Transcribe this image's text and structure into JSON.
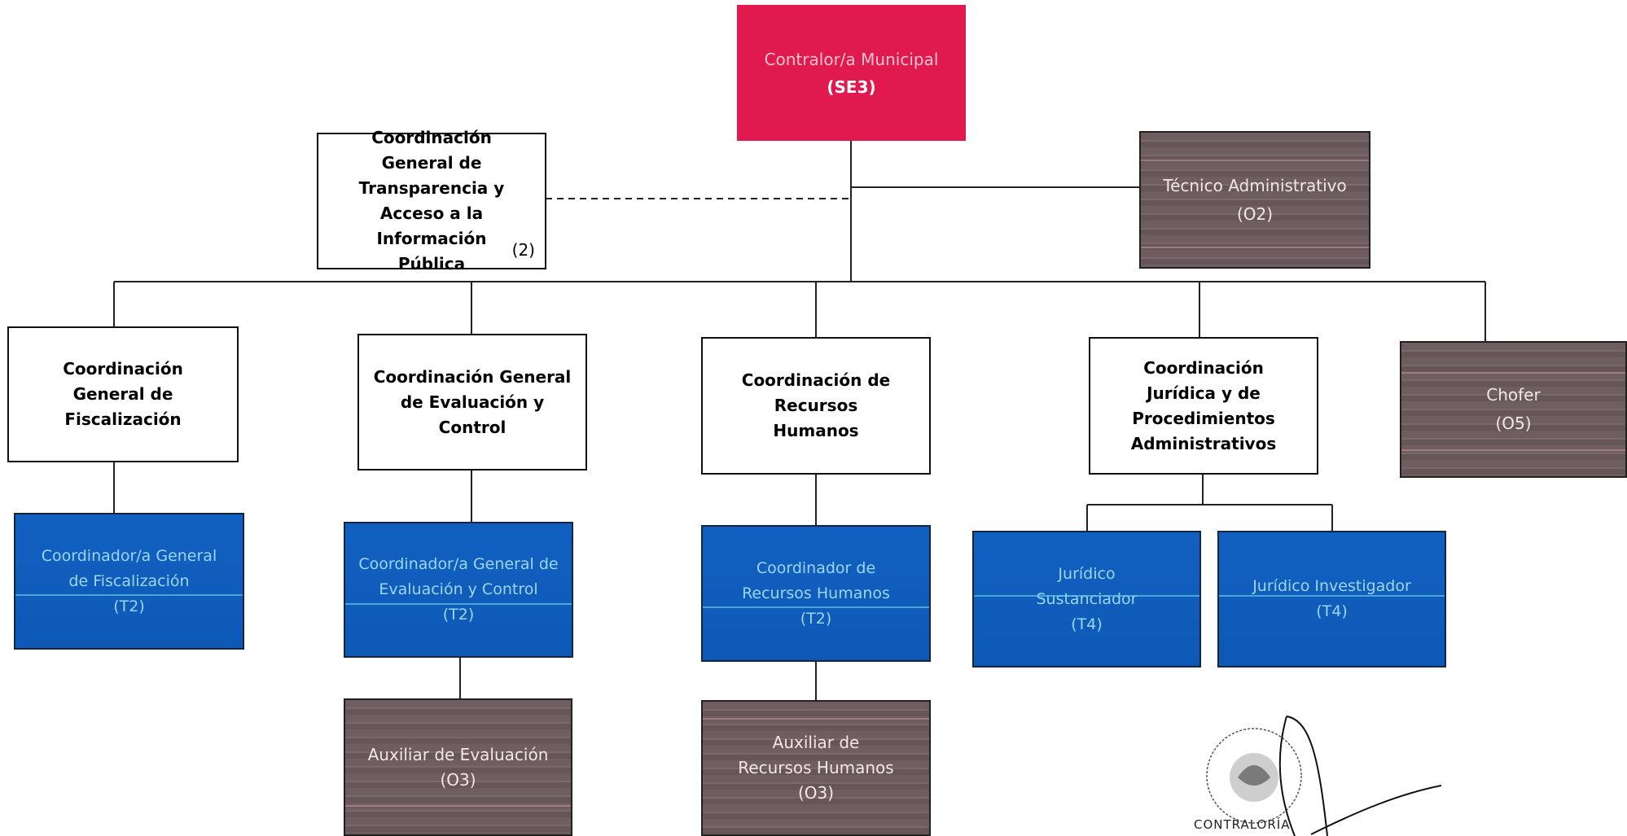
{
  "nodes": {
    "contralor": {
      "title": "Contralor/a Municipal",
      "code": "(SE3)"
    },
    "transparencia": {
      "title": "Coordinación General de Transparencia y Acceso a la Información Pública",
      "badge": "(2)"
    },
    "tecnico": {
      "title": "Técnico Administrativo",
      "code": "(O2)"
    },
    "fiscalizacion": {
      "title": "Coordinación General de Fiscalización"
    },
    "evaluacion": {
      "title": "Coordinación General de Evaluación y Control"
    },
    "rrhh": {
      "title": "Coordinación de Recursos Humanos"
    },
    "juridica": {
      "title": "Coordinación Jurídica y de Procedimientos Administrativos"
    },
    "chofer": {
      "title": "Chofer",
      "code": "(O5)"
    },
    "coord_fisc": {
      "title": "Coordinador/a General de Fiscalización",
      "code": "(T2)"
    },
    "coord_eval": {
      "title": "Coordinador/a General de Evaluación y Control",
      "code": "(T2)"
    },
    "coord_rrhh": {
      "title": "Coordinador de Recursos Humanos",
      "code": "(T2)"
    },
    "sustanciador": {
      "title": "Jurídico Sustanciador",
      "code": "(T4)"
    },
    "investigador": {
      "title": "Jurídico Investigador",
      "code": "(T4)"
    },
    "aux_eval": {
      "title": "Auxiliar de Evaluación",
      "code": "(O3)"
    },
    "aux_rrhh": {
      "title": "Auxiliar de Recursos Humanos",
      "code": "(O3)"
    }
  },
  "seal": {
    "label": "CONTRALORÍA"
  },
  "colors": {
    "red": "#e0194e",
    "blue": "#1160c1",
    "gray": "#6e5d61",
    "line": "#222222"
  }
}
